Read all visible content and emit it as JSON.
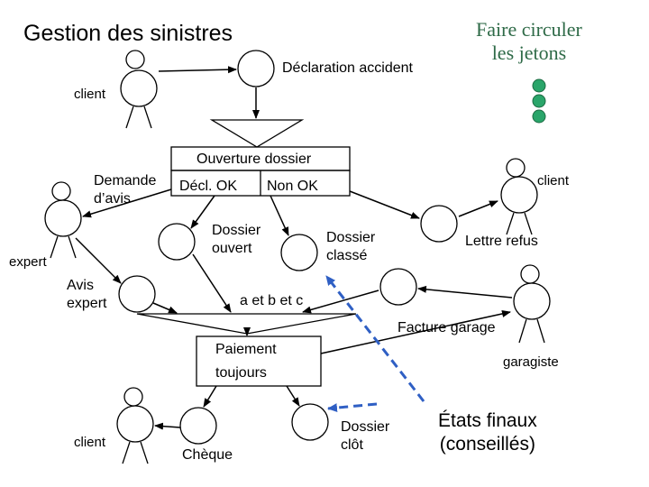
{
  "title": "Gestion des sinistres",
  "note": "Faire circuler\nles jetons",
  "token_color": "#2aa56a",
  "dashed_arrow_color": "#2f5fc4",
  "labels": {
    "declaration": "Déclaration accident",
    "client_top": "client",
    "ouverture": "Ouverture dossier",
    "demande_avis": "Demande\nd’avis",
    "decl_ok": "Décl. OK",
    "non_ok": "Non OK",
    "client_right": "client",
    "dossier_ouvert": "Dossier\nouvert",
    "dossier_classe": "Dossier\nclassé",
    "lettre_refus": "Lettre refus",
    "expert": "expert",
    "avis_expert": "Avis\nexpert",
    "a_et_b_et_c": "a et b et c",
    "facture_garage": "Facture garage",
    "paiement": "Paiement",
    "toujours": "toujours",
    "garagiste": "garagiste",
    "client_bottom": "client",
    "cheque": "Chèque",
    "dossier_clot": "Dossier\nclôt",
    "etats_finaux": "États finaux\n(conseillés)"
  }
}
